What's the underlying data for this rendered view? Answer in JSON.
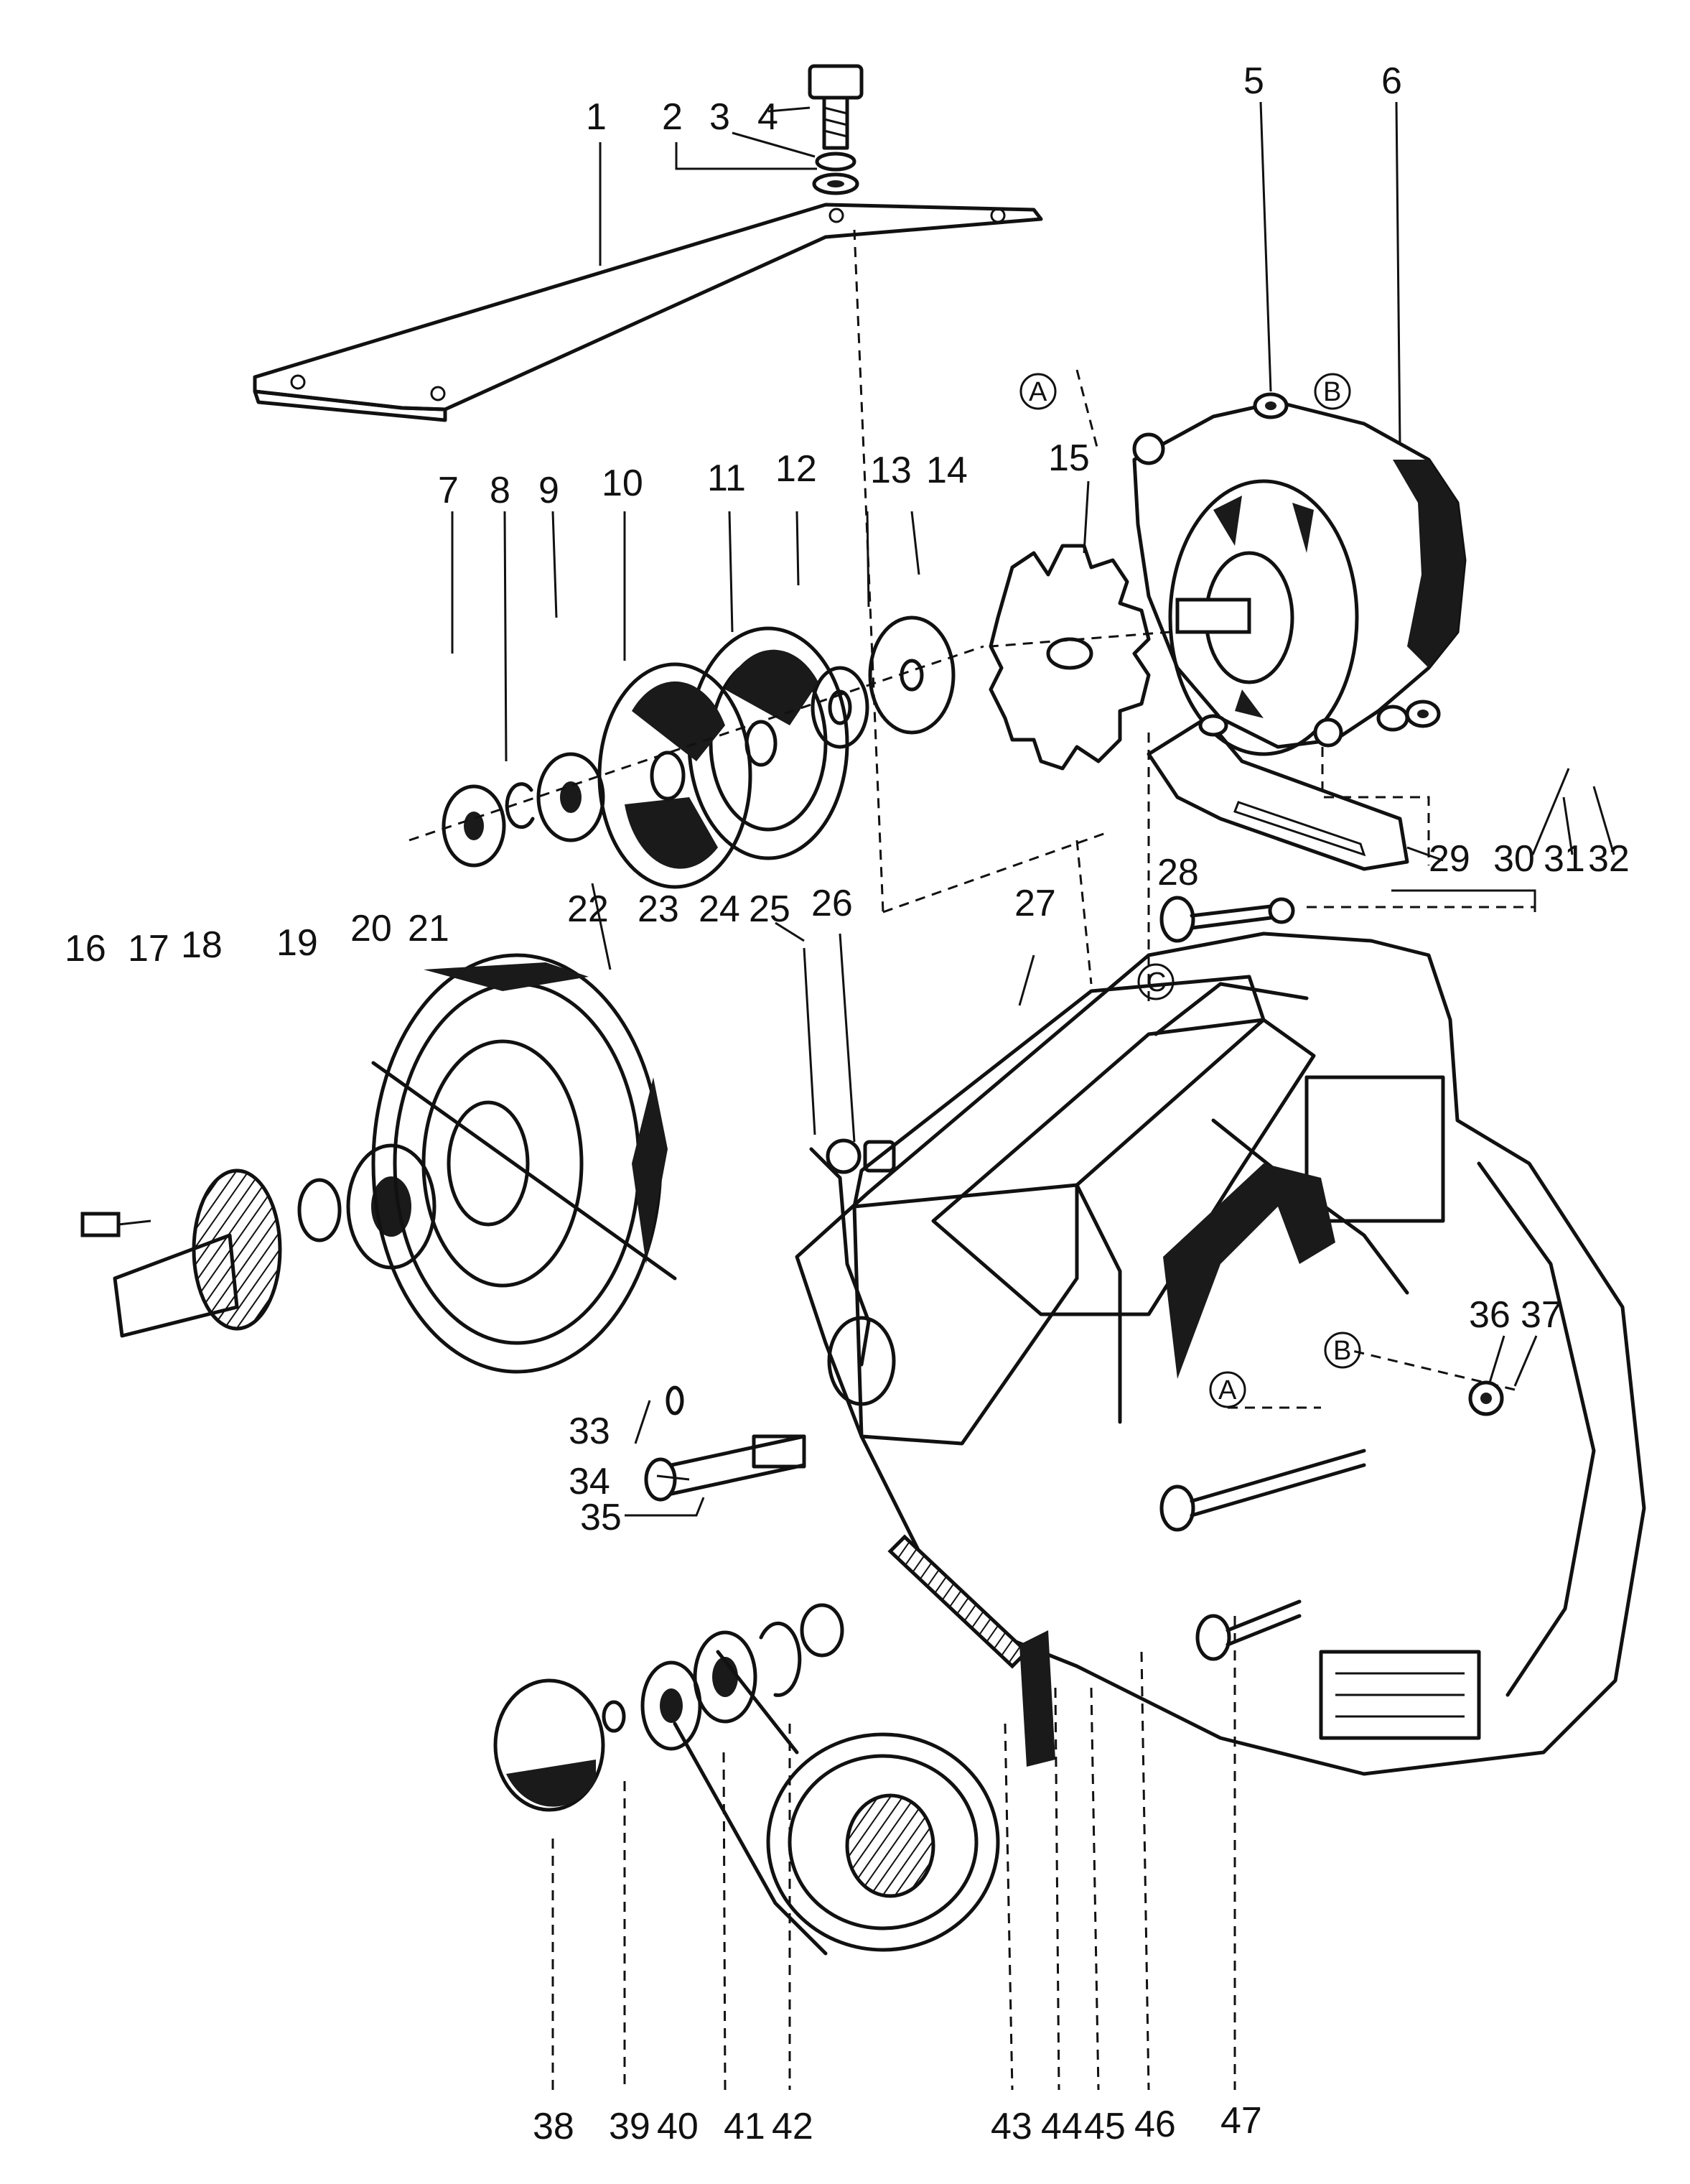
{
  "diagram": {
    "callouts": [
      "1",
      "2",
      "3",
      "4",
      "5",
      "6",
      "7",
      "8",
      "9",
      "10",
      "11",
      "12",
      "13",
      "14",
      "15",
      "16",
      "17",
      "18",
      "19",
      "20",
      "21",
      "22",
      "23",
      "24",
      "25",
      "26",
      "27",
      "28",
      "29",
      "30",
      "31",
      "32",
      "33",
      "34",
      "35",
      "36",
      "37",
      "38",
      "39",
      "40",
      "41",
      "42",
      "43",
      "44",
      "45",
      "46",
      "47"
    ],
    "reference_letters": [
      "A",
      "B",
      "C"
    ]
  }
}
